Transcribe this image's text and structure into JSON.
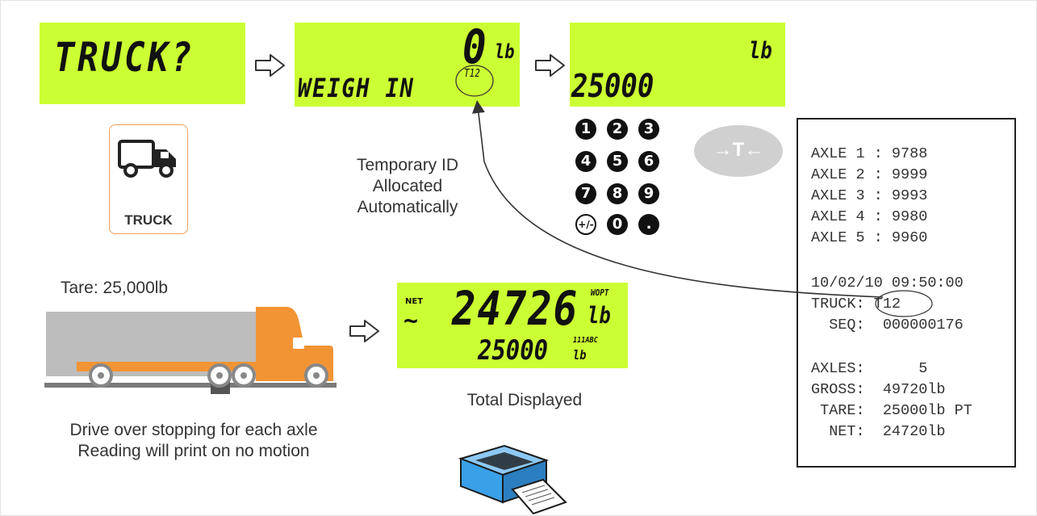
{
  "display_1": {
    "text": "TRUCK?"
  },
  "display_2": {
    "mode": "WEIGH IN",
    "reading": "0",
    "unit": "lb",
    "temp_id": "T12"
  },
  "display_3": {
    "unit": "lb",
    "entry": "25000"
  },
  "keypad": {
    "keys": [
      "1",
      "2",
      "3",
      "4",
      "5",
      "6",
      "7",
      "8",
      "9",
      "+/-",
      "0",
      "."
    ]
  },
  "tare_button": {
    "label": "→T←"
  },
  "truck_key": {
    "label": "TRUCK"
  },
  "annotations": {
    "temp_id": [
      "Temporary ID",
      "Allocated",
      "Automatically"
    ],
    "tare": "Tare: 25,000lb",
    "drive": [
      "Drive over stopping for each axle",
      "Reading will print on no motion"
    ],
    "total": "Total Displayed"
  },
  "display_4": {
    "net_label": "NET",
    "motion": "~",
    "reading": "24726",
    "unit": "lb",
    "tare": "25000",
    "tare_unit": "lb",
    "annunciator_top": "WOPT",
    "annunciator_bottom": "111ABC"
  },
  "ticket": {
    "lines": [
      "AXLE 1 : 9788",
      "AXLE 2 : 9999",
      "AXLE 3 : 9993",
      "AXLE 4 : 9980",
      "AXLE 5 : 9960",
      "",
      "10/02/10 09:50:00",
      "TRUCK: T12",
      "  SEQ:  000000176",
      "",
      "AXLES:      5",
      "GROSS:  49720lb",
      " TARE:  25000lb PT",
      "  NET:  24720lb"
    ]
  },
  "colors": {
    "lcd": "#ccff33",
    "truck_cab": "#f39434",
    "trailer": "#bdbdbd",
    "printer": "#3aa0e8",
    "tare_button": "#d0d0d0"
  }
}
